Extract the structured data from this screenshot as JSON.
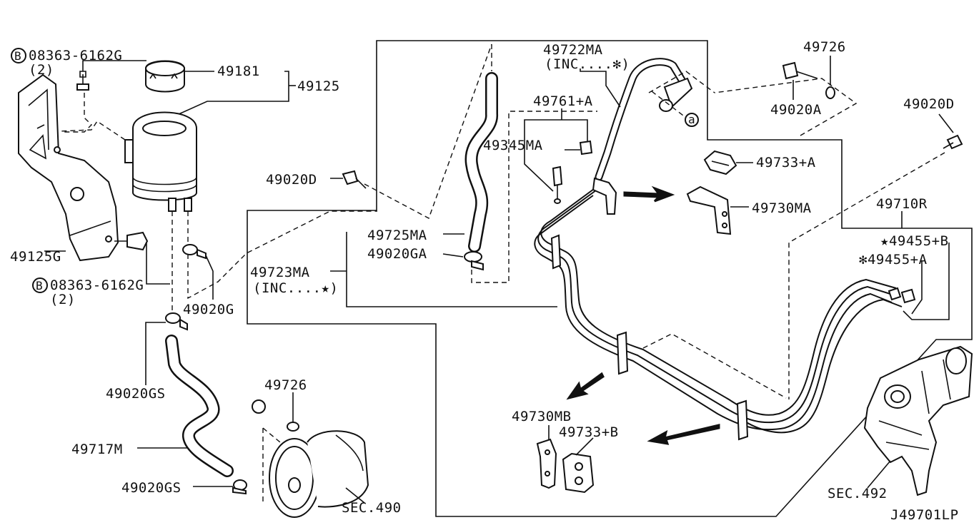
{
  "diagram": {
    "reference": "J49701LP",
    "labels": {
      "bolt_b_top": "08363-6162G",
      "bolt_b_top_qty": "(2)",
      "bolt_b_bottom": "08363-6162G",
      "bolt_b_bottom_qty": "(2)",
      "b_marker": "B",
      "a_marker": "a",
      "cap": "49181",
      "reservoir": "49125",
      "bracket": "49125G",
      "clamp_g": "49020G",
      "clamp_gs_top": "49020GS",
      "clamp_gs_bottom": "49020GS",
      "suction_hose": "49717M",
      "pump_washer": "49726",
      "pump": "SEC.490",
      "return_hose": "49725MA",
      "return_clamp": "49020GA",
      "hose_asm_star": "49723MA",
      "hose_asm_star_inc": "(INC....★)",
      "bolt_d_mid": "49020D",
      "pressure_hose": "49722MA",
      "pressure_hose_inc": "(INC....✻)",
      "switch_asm": "49761+A",
      "switch": "49345MA",
      "top_washer": "49726",
      "eye_bolt": "49020A",
      "bolt_d_right": "49020D",
      "grommet_a": "49733+A",
      "clip_a": "49730MA",
      "tube_asm": "49710R",
      "oring_b": "★49455+B",
      "oring_a": "✻49455+A",
      "clip_b": "49730MB",
      "grommet_b": "49733+B",
      "gear": "SEC.492"
    }
  }
}
